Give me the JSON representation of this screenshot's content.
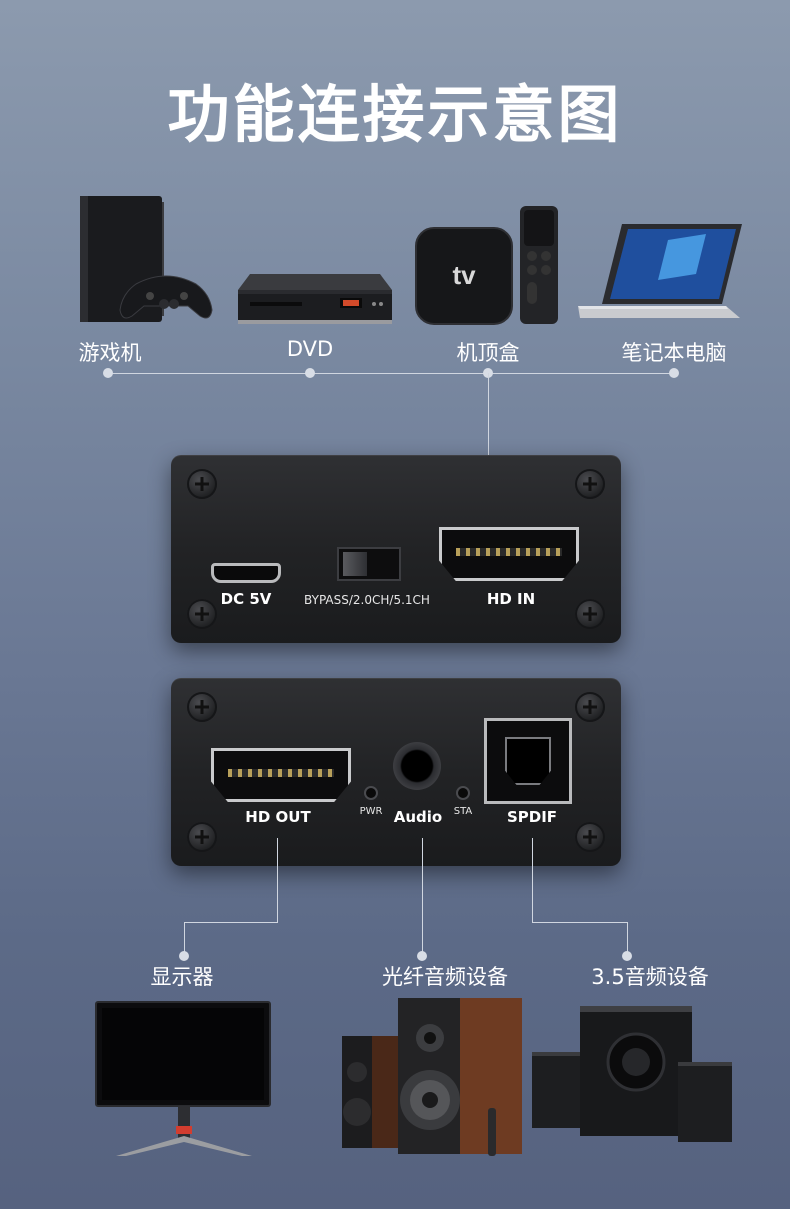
{
  "title": "功能连接示意图",
  "inputs": [
    {
      "label": "游戏机",
      "icon": "game-console-icon"
    },
    {
      "label": "DVD",
      "icon": "dvd-player-icon"
    },
    {
      "label": "机顶盒",
      "icon": "set-top-box-icon",
      "badge": "tv"
    },
    {
      "label": "笔记本电脑",
      "icon": "laptop-icon"
    }
  ],
  "front_panel": {
    "ports": [
      {
        "label": "DC 5V",
        "type": "micro-usb"
      },
      {
        "label": "BYPASS/2.0CH/5.1CH",
        "type": "switch"
      },
      {
        "label": "HD IN",
        "type": "hdmi"
      }
    ]
  },
  "back_panel": {
    "ports": [
      {
        "label": "HD OUT",
        "type": "hdmi"
      },
      {
        "label": "PWR",
        "type": "led"
      },
      {
        "label": "Audio",
        "type": "3.5mm-jack"
      },
      {
        "label": "STA",
        "type": "led"
      },
      {
        "label": "SPDIF",
        "type": "optical"
      }
    ]
  },
  "outputs": [
    {
      "label": "显示器",
      "icon": "monitor-icon"
    },
    {
      "label": "光纤音频设备",
      "icon": "bookshelf-speakers-icon"
    },
    {
      "label": "3.5音频设备",
      "icon": "speaker-system-icon"
    }
  ],
  "colors": {
    "background_top": "#8c9aae",
    "background_bottom": "#56627f",
    "panel": "#222325",
    "line": "#d0d6e0"
  }
}
